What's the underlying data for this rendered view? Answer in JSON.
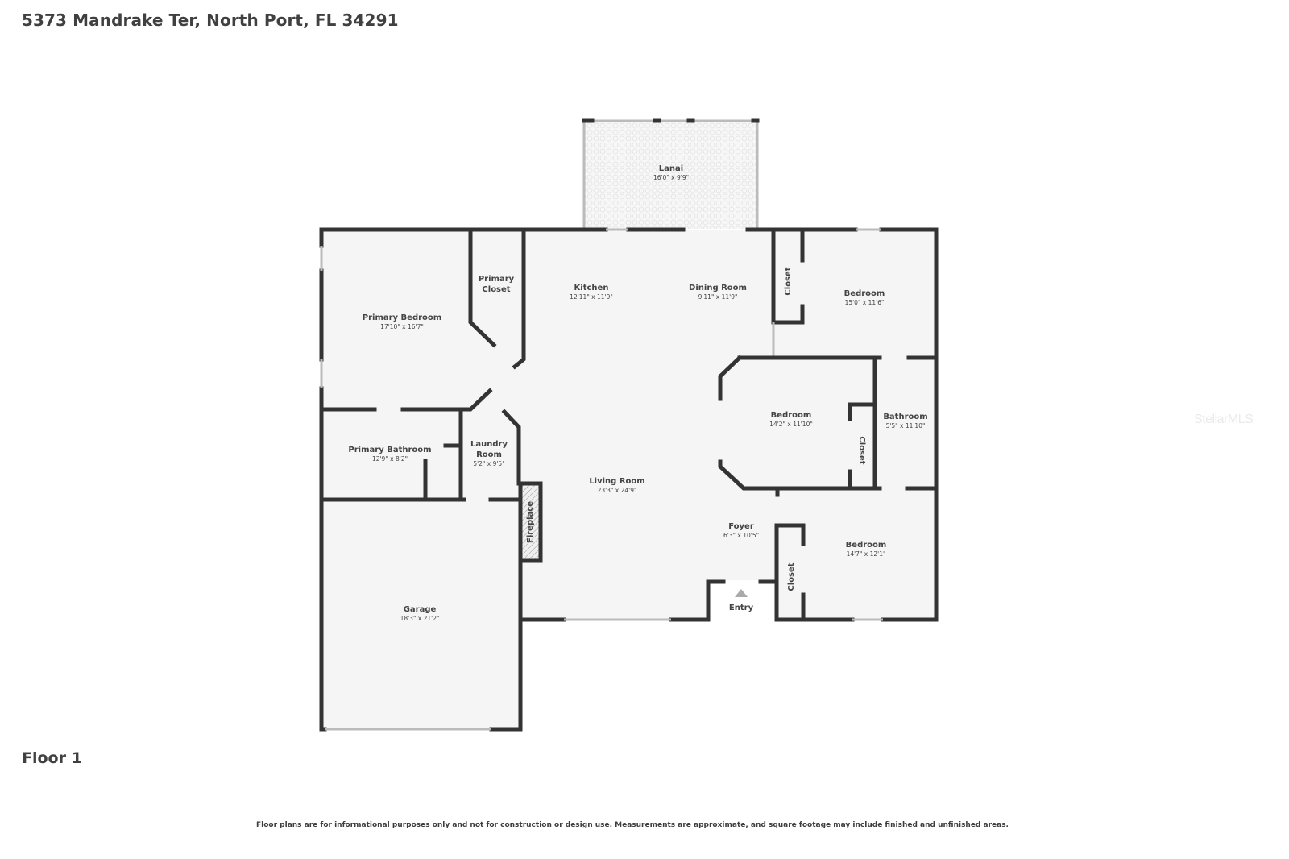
{
  "header": {
    "address": "5373 Mandrake Ter, North Port, FL 34291"
  },
  "floor": {
    "label": "Floor 1"
  },
  "footer": {
    "disclaimer": "Floor plans are for informational purposes only and not for construction or design use. Measurements are approximate, and square footage may include finished and unfinished areas."
  },
  "watermark": {
    "text": "StellarMLS"
  },
  "colors": {
    "wall": "#333333",
    "floor": "#f5f5f5",
    "text": "#404040"
  },
  "rooms": {
    "lanai": {
      "name": "Lanai",
      "dims": "16'0\" x 9'9\""
    },
    "primary_bedroom": {
      "name": "Primary Bedroom",
      "dims": "17'10\" x 16'7\""
    },
    "primary_closet": {
      "name1": "Primary",
      "name2": "Closet"
    },
    "kitchen": {
      "name": "Kitchen",
      "dims": "12'11\" x 11'9\""
    },
    "dining_room": {
      "name": "Dining Room",
      "dims": "9'11\" x 11'9\""
    },
    "closet_ne": {
      "name": "Closet"
    },
    "bedroom_ne": {
      "name": "Bedroom",
      "dims": "15'0\" x 11'6\""
    },
    "bedroom_mid": {
      "name": "Bedroom",
      "dims": "14'2\" x 11'10\""
    },
    "closet_mid": {
      "name": "Closet"
    },
    "bathroom": {
      "name": "Bathroom",
      "dims": "5'5\" x 11'10\""
    },
    "primary_bathroom": {
      "name": "Primary Bathroom",
      "dims": "12'9\" x 8'2\""
    },
    "laundry_room": {
      "name1": "Laundry",
      "name2": "Room",
      "dims": "5'2\" x 9'5\""
    },
    "living_room": {
      "name": "Living Room",
      "dims": "23'3\" x 24'9\""
    },
    "fireplace": {
      "name": "Fireplace"
    },
    "foyer": {
      "name": "Foyer",
      "dims": "6'3\" x 10'5\""
    },
    "entry": {
      "name": "Entry"
    },
    "closet_se": {
      "name": "Closet"
    },
    "bedroom_se": {
      "name": "Bedroom",
      "dims": "14'7\" x 12'1\""
    },
    "garage": {
      "name": "Garage",
      "dims": "18'3\" x 21'2\""
    }
  }
}
